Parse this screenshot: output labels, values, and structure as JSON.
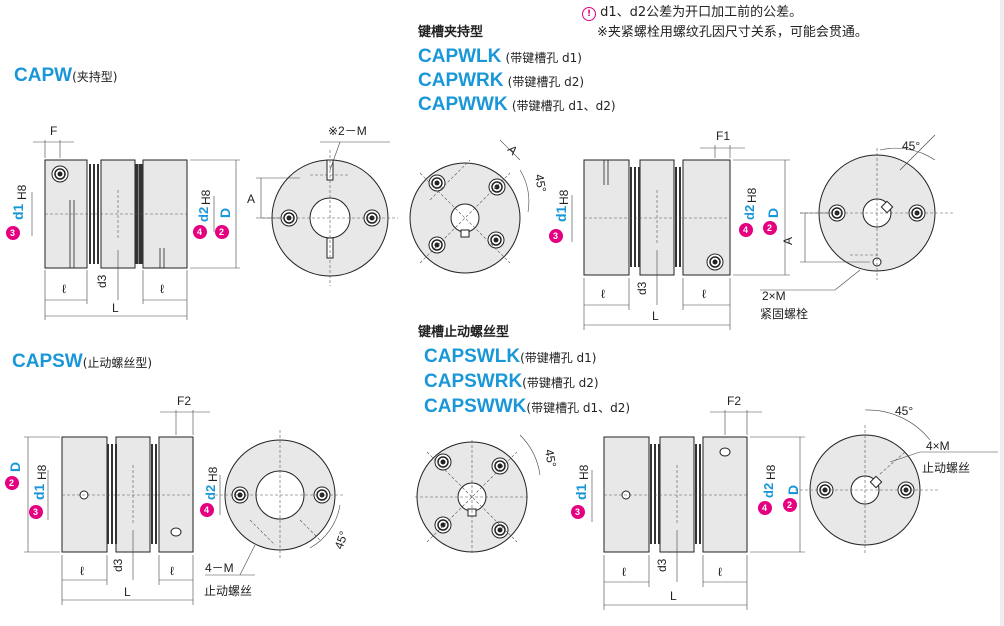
{
  "notes": {
    "tolerance_note": "d1、d2公差为开口加工前的公差。",
    "bolt_note": "※夹紧螺栓用螺纹孔因尺寸关系，可能会贯通。"
  },
  "types": {
    "capw": {
      "code": "CAPW",
      "suffix": "(夹持型)"
    },
    "keyway_clamp": {
      "heading": "键槽夹持型",
      "items": [
        {
          "code": "CAPWLK",
          "suffix": "(带键槽孔 d1)"
        },
        {
          "code": "CAPWRK",
          "suffix": "(带键槽孔 d2)"
        },
        {
          "code": "CAPWWK",
          "suffix": "(带键槽孔 d1、d2)"
        }
      ]
    },
    "capsw": {
      "code": "CAPSW",
      "suffix": "(止动螺丝型)"
    },
    "keyway_set": {
      "heading": "键槽止动螺丝型",
      "items": [
        {
          "code": "CAPSWLK",
          "suffix": "(带键槽孔 d1)"
        },
        {
          "code": "CAPSWRK",
          "suffix": "(带键槽孔 d2)"
        },
        {
          "code": "CAPSWWK",
          "suffix": "(带键槽孔 d1、d2)"
        }
      ]
    }
  },
  "dims": {
    "F": "F",
    "F1": "F1",
    "F2": "F2",
    "A": "A",
    "L": "L",
    "l": "ℓ",
    "d3": "d3",
    "d1": "d1",
    "d2": "d2",
    "D": "D",
    "H8": "H8",
    "bolt2M": "※2－M",
    "two_M": "2×M",
    "four_M": "4－M",
    "four_xM": "4×M",
    "deg45": "45°"
  },
  "labels": {
    "set_bolt": "紧固螺栓",
    "set_screw": "止动螺丝"
  },
  "badges": {
    "n2": "2",
    "n3": "3",
    "n4": "4"
  },
  "colors": {
    "accent": "#1a97d8",
    "badge": "#e4007f"
  }
}
